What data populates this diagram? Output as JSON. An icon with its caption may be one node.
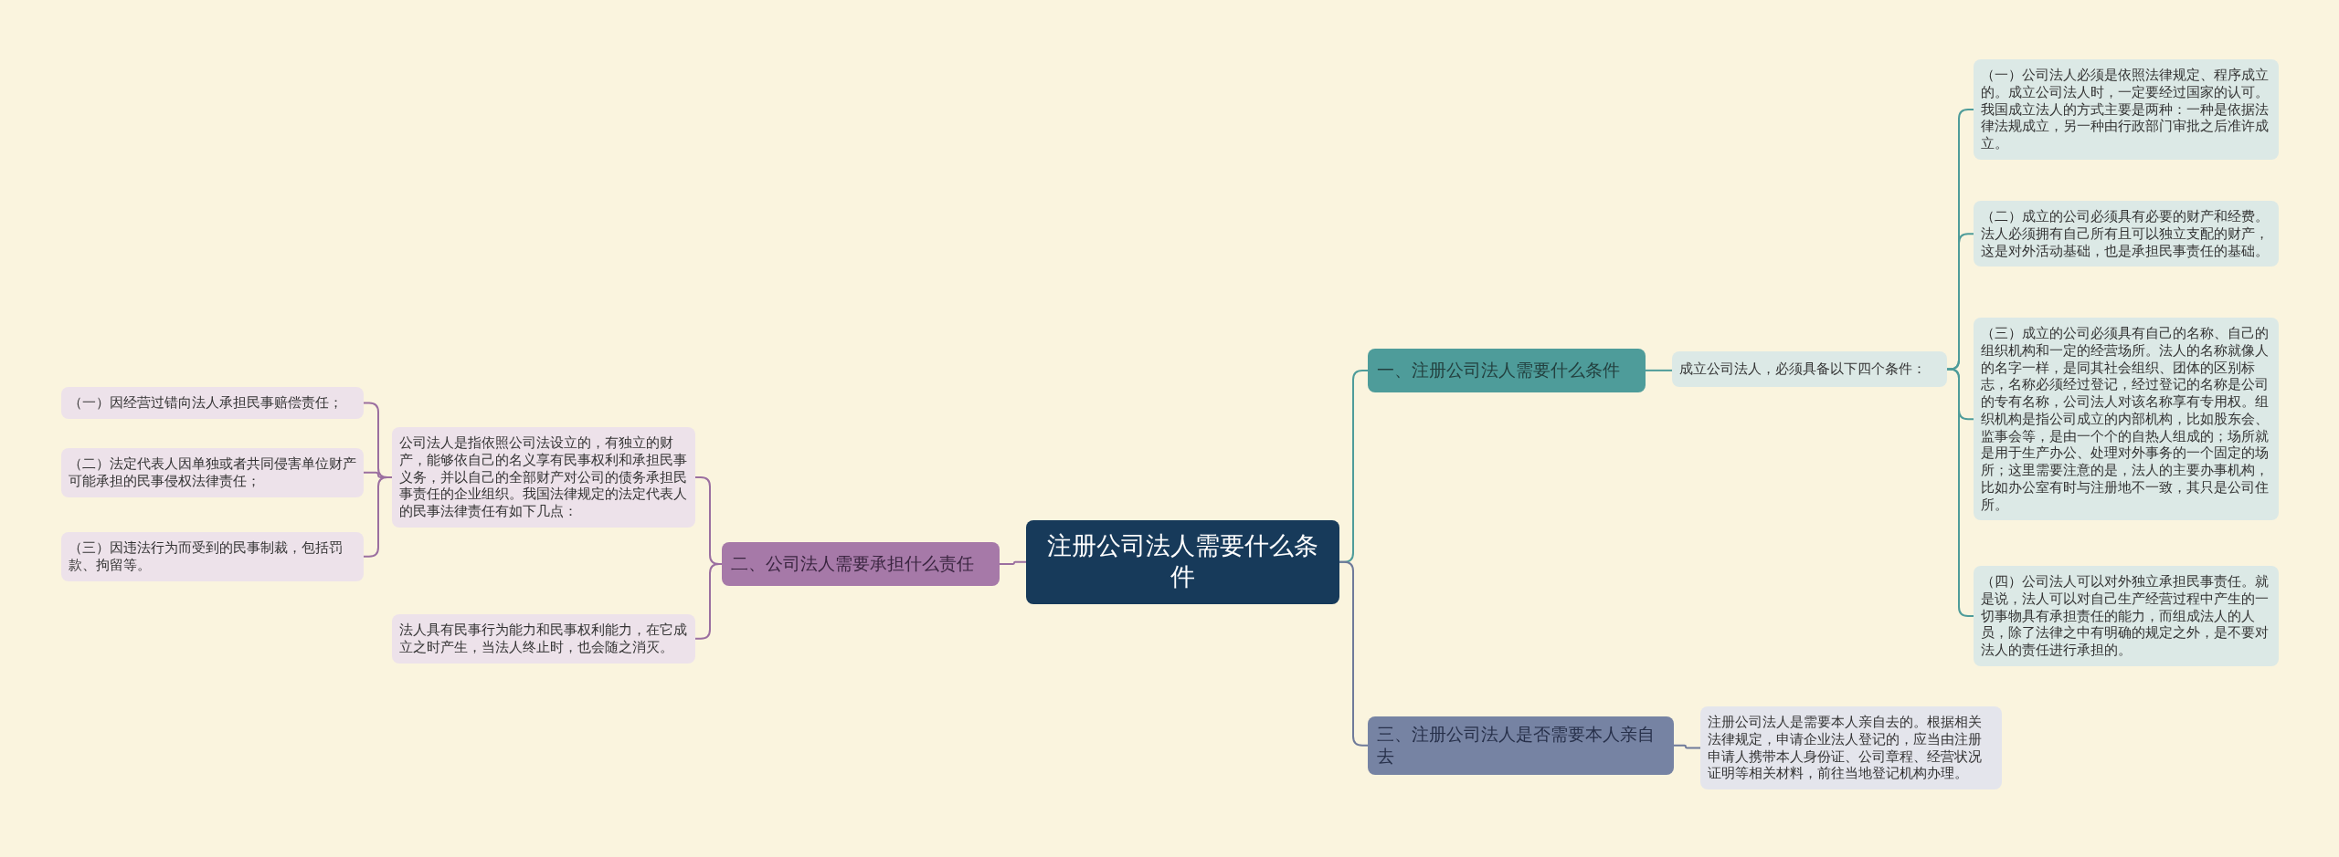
{
  "diagram": {
    "nodes": [
      {
        "text": [
          "注册公司法人需要什么条件"
        ]
      },
      {
        "text": [
          "一、注册公司法人需要什么条件"
        ]
      },
      {
        "text": [
          "成立公司法人，必须具备以下四个条件："
        ]
      },
      {
        "text": [
          "（一）公司法人必须是依照法律规定、程序成立的。成立公司法人时，一定要经过国家的认可。我国成立法人的方式主要是两种：一种是依据法律法规成立，另一种由行政部门审批之后准许成立。"
        ]
      },
      {
        "text": [
          "（二）成立的公司必须具有必要的财产和经费。法人必须拥有自己所有且可以独立支配的财产，这是对外活动基础，也是承担民事责任的基础。"
        ]
      },
      {
        "text": [
          "（三）成立的公司必须具有自己的名称、自己的组织机构和一定的经营场所。法人的名称就像人的名字一样，是同其社会组织、团体的区别标志，名称必须经过登记，经过登记的名称是公司的专有名称，公司法人对该名称享有专用权。组织机构是指公司成立的内部机构，比如股东会、监事会等，是由一个个的自热人组成的；场所就是用于生产办公、处理对外事务的一个固定的场所；这里需要注意的是，法人的主要办事机构，比如办公室有时与注册地不一致，其只是公司住所。"
        ]
      },
      {
        "text": [
          "（四）公司法人可以对外独立承担民事责任。就是说，法人可以对自己生产经营过程中产生的一切事物具有承担责任的能力，而组成法人的人员，除了法律之中有明确的规定之外，是不要对法人的责任进行承担的。"
        ]
      },
      {
        "text": [
          "二、公司法人需要承担什么责任"
        ]
      },
      {
        "text": [
          "公司法人是指依照公司法设立的，有独立的财产，能够依自己的名义享有民事权利和承担民事义务，并以自己的全部财产对公司的债务承担民事责任的企业组织。我国法律规定的法定代表人的民事法律责任有如下几点："
        ]
      },
      {
        "text": [
          "（一）因经营过错向法人承担民事赔偿责任；"
        ]
      },
      {
        "text": [
          "（二）法定代表人因单独或者共同侵害单位财产可能承担的民事侵权法律责任；"
        ]
      },
      {
        "text": [
          "（三）因违法行为而受到的民事制裁，包括罚款、拘留等。"
        ]
      },
      {
        "text": [
          "法人具有民事行为能力和民事权利能力，在它成立之时产生，当法人终止时，也会随之消灭。"
        ]
      },
      {
        "text": [
          "三、注册公司法人是否需要本人亲自去"
        ]
      },
      {
        "text": [
          "注册公司法人是需要本人亲自去的。根据相关法律规定，申请企业法人登记的，应当由注册申请人携带本人身份证、公司章程、经营状况证明等相关材料，前往当地登记机构办理。"
        ]
      }
    ],
    "edges": [
      {
        "from": 0,
        "to": 1,
        "arrow": "none",
        "color": "#4e9c9a"
      },
      {
        "from": 1,
        "to": 2,
        "arrow": "none",
        "color": "#4e9c9a"
      },
      {
        "from": 2,
        "to": 3,
        "arrow": "none",
        "color": "#4e9c9a"
      },
      {
        "from": 2,
        "to": 4,
        "arrow": "none",
        "color": "#4e9c9a"
      },
      {
        "from": 2,
        "to": 5,
        "arrow": "none",
        "color": "#4e9c9a"
      },
      {
        "from": 2,
        "to": 6,
        "arrow": "none",
        "color": "#4e9c9a"
      },
      {
        "from": 0,
        "to": 7,
        "arrow": "none",
        "color": "#9b6fa0"
      },
      {
        "from": 7,
        "to": 8,
        "arrow": "none",
        "color": "#9b6fa0"
      },
      {
        "from": 8,
        "to": 9,
        "arrow": "none",
        "color": "#9b6fa0"
      },
      {
        "from": 8,
        "to": 10,
        "arrow": "none",
        "color": "#9b6fa0"
      },
      {
        "from": 8,
        "to": 11,
        "arrow": "none",
        "color": "#9b6fa0"
      },
      {
        "from": 7,
        "to": 12,
        "arrow": "none",
        "color": "#9b6fa0"
      },
      {
        "from": 0,
        "to": 13,
        "arrow": "none",
        "color": "#6f7a9a"
      },
      {
        "from": 13,
        "to": 14,
        "arrow": "none",
        "color": "#6f7a9a"
      }
    ]
  }
}
